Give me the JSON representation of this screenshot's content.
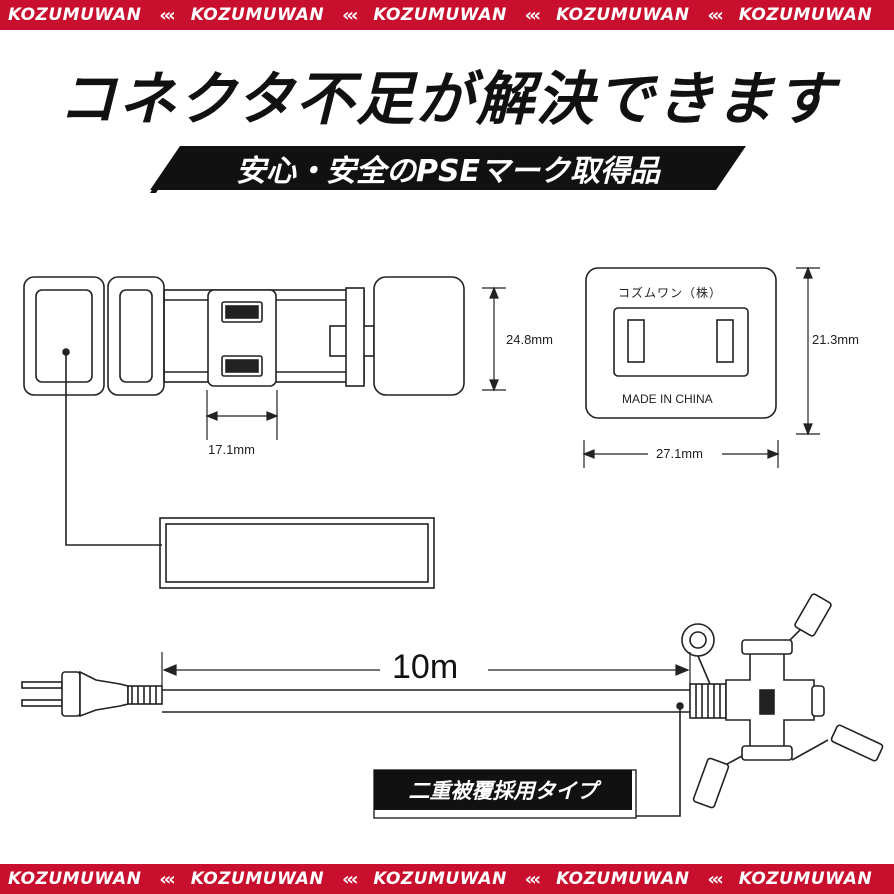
{
  "banner": {
    "brand": "KOZUMUWAN",
    "chevrons": "‹‹‹"
  },
  "headline": "コネクタ不足が解決できます",
  "subtitle": "安心・安全のPSEマーク取得品",
  "dimensions": {
    "height_side": "24.8mm",
    "pitch": "17.1mm",
    "plate_height": "21.3mm",
    "plate_width": "27.1mm",
    "length": "10m"
  },
  "plate": {
    "maker": "コズムワン（株）",
    "origin": "MADE IN CHINA"
  },
  "tag": "二重被覆採用タイプ",
  "colors": {
    "brand_red": "#c8102e",
    "ink": "#111111"
  }
}
